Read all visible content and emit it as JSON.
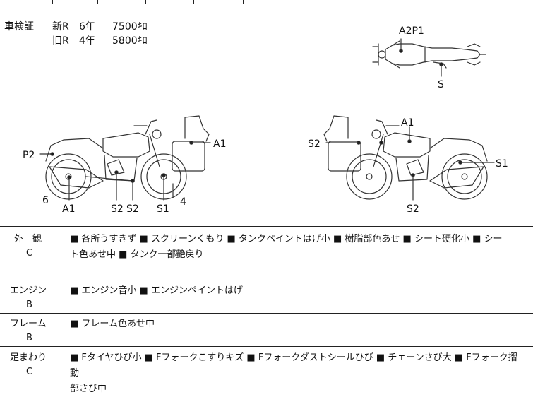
{
  "inspection": {
    "label": "車検証",
    "new_label": "新R",
    "new_years": "6年",
    "new_price": "7500ｷﾛ",
    "old_label": "旧R",
    "old_years": "4年",
    "old_price": "5800ｷﾛ"
  },
  "damage_codes": {
    "top": {
      "a2p1": "A2P1",
      "s": "S"
    },
    "left": {
      "a1_tank": "A1",
      "p2": "P2",
      "six": "6",
      "a1_exhaust": "A1",
      "s2a": "S2",
      "s2b": "S2",
      "s1": "S1",
      "four": "4"
    },
    "right": {
      "a1": "A1",
      "s2_bag": "S2",
      "s1": "S1",
      "s2_engine": "S2"
    }
  },
  "sections": [
    {
      "name": "外　観",
      "grade": "C",
      "line1": "■ 各所うすきず ■ スクリーンくもり ■ タンクペイントはげ小 ■ 樹脂部色あせ ■ シート硬化小 ■ シー",
      "line2": "ト色あせ中 ■ タンク一部艶戻り"
    },
    {
      "name": "エンジン",
      "grade": "B",
      "line1": "■ エンジン音小 ■ エンジンペイントはげ",
      "line2": ""
    },
    {
      "name": "フレーム",
      "grade": "B",
      "line1": "■ フレーム色あせ中",
      "line2": ""
    },
    {
      "name": "足まわり",
      "grade": "C",
      "line1": "■ Fタイヤひび小 ■ Fフォークこすりキズ ■ Fフォークダストシールひび ■ チェーンさび大 ■ Fフォーク摺動",
      "line2": "部さび中"
    }
  ]
}
